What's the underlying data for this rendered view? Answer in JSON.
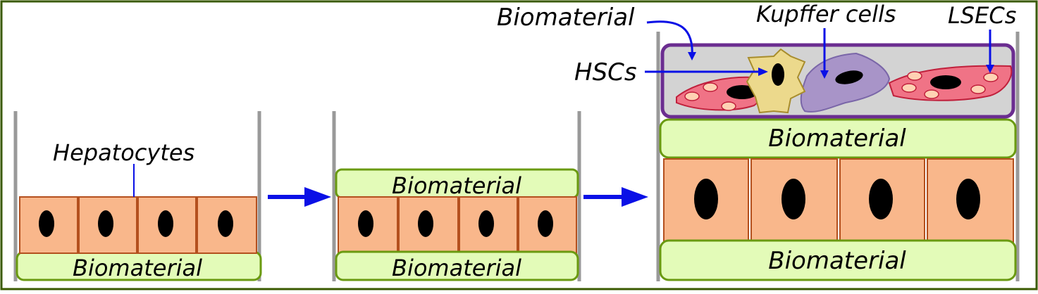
{
  "labels": {
    "hepatocytes": "Hepatocytes",
    "biomaterial": "Biomaterial",
    "hscs": "HSCs",
    "kupffer": "Kupffer cells",
    "lsecs": "LSECs"
  },
  "colors": {
    "frame_border": "#3a5a00",
    "well_wall": "#999999",
    "biomaterial_fill": "#e3fbb8",
    "biomaterial_border": "#6a9a10",
    "hepatocyte_fill": "#f9b78b",
    "hepatocyte_border": "#b4501e",
    "nucleus": "#000000",
    "arrow": "#0a10e6",
    "nonparenchymal_layer_border": "#6b2d90",
    "nonparenchymal_layer_fill": "#d3d3d3",
    "lsec_fill": "#f07386",
    "lsec_border": "#c0203c",
    "lsec_fenestra": "#ffd2b4",
    "hsc_fill": "#ecd98c",
    "hsc_border": "#a88d2c",
    "kupffer_fill": "#a894c8",
    "kupffer_border": "#7a66a8"
  }
}
